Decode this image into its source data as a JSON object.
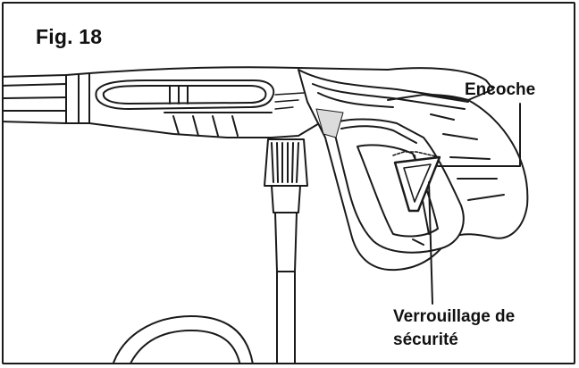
{
  "figure": {
    "title": "Fig. 18",
    "labels": {
      "notch": "Encoche",
      "safety_lock_line1": "Verrouillage de",
      "safety_lock_line2": "sécurité"
    },
    "colors": {
      "stroke": "#1a1a1a",
      "fill": "#ffffff",
      "shade": "#dcdcdc"
    }
  }
}
